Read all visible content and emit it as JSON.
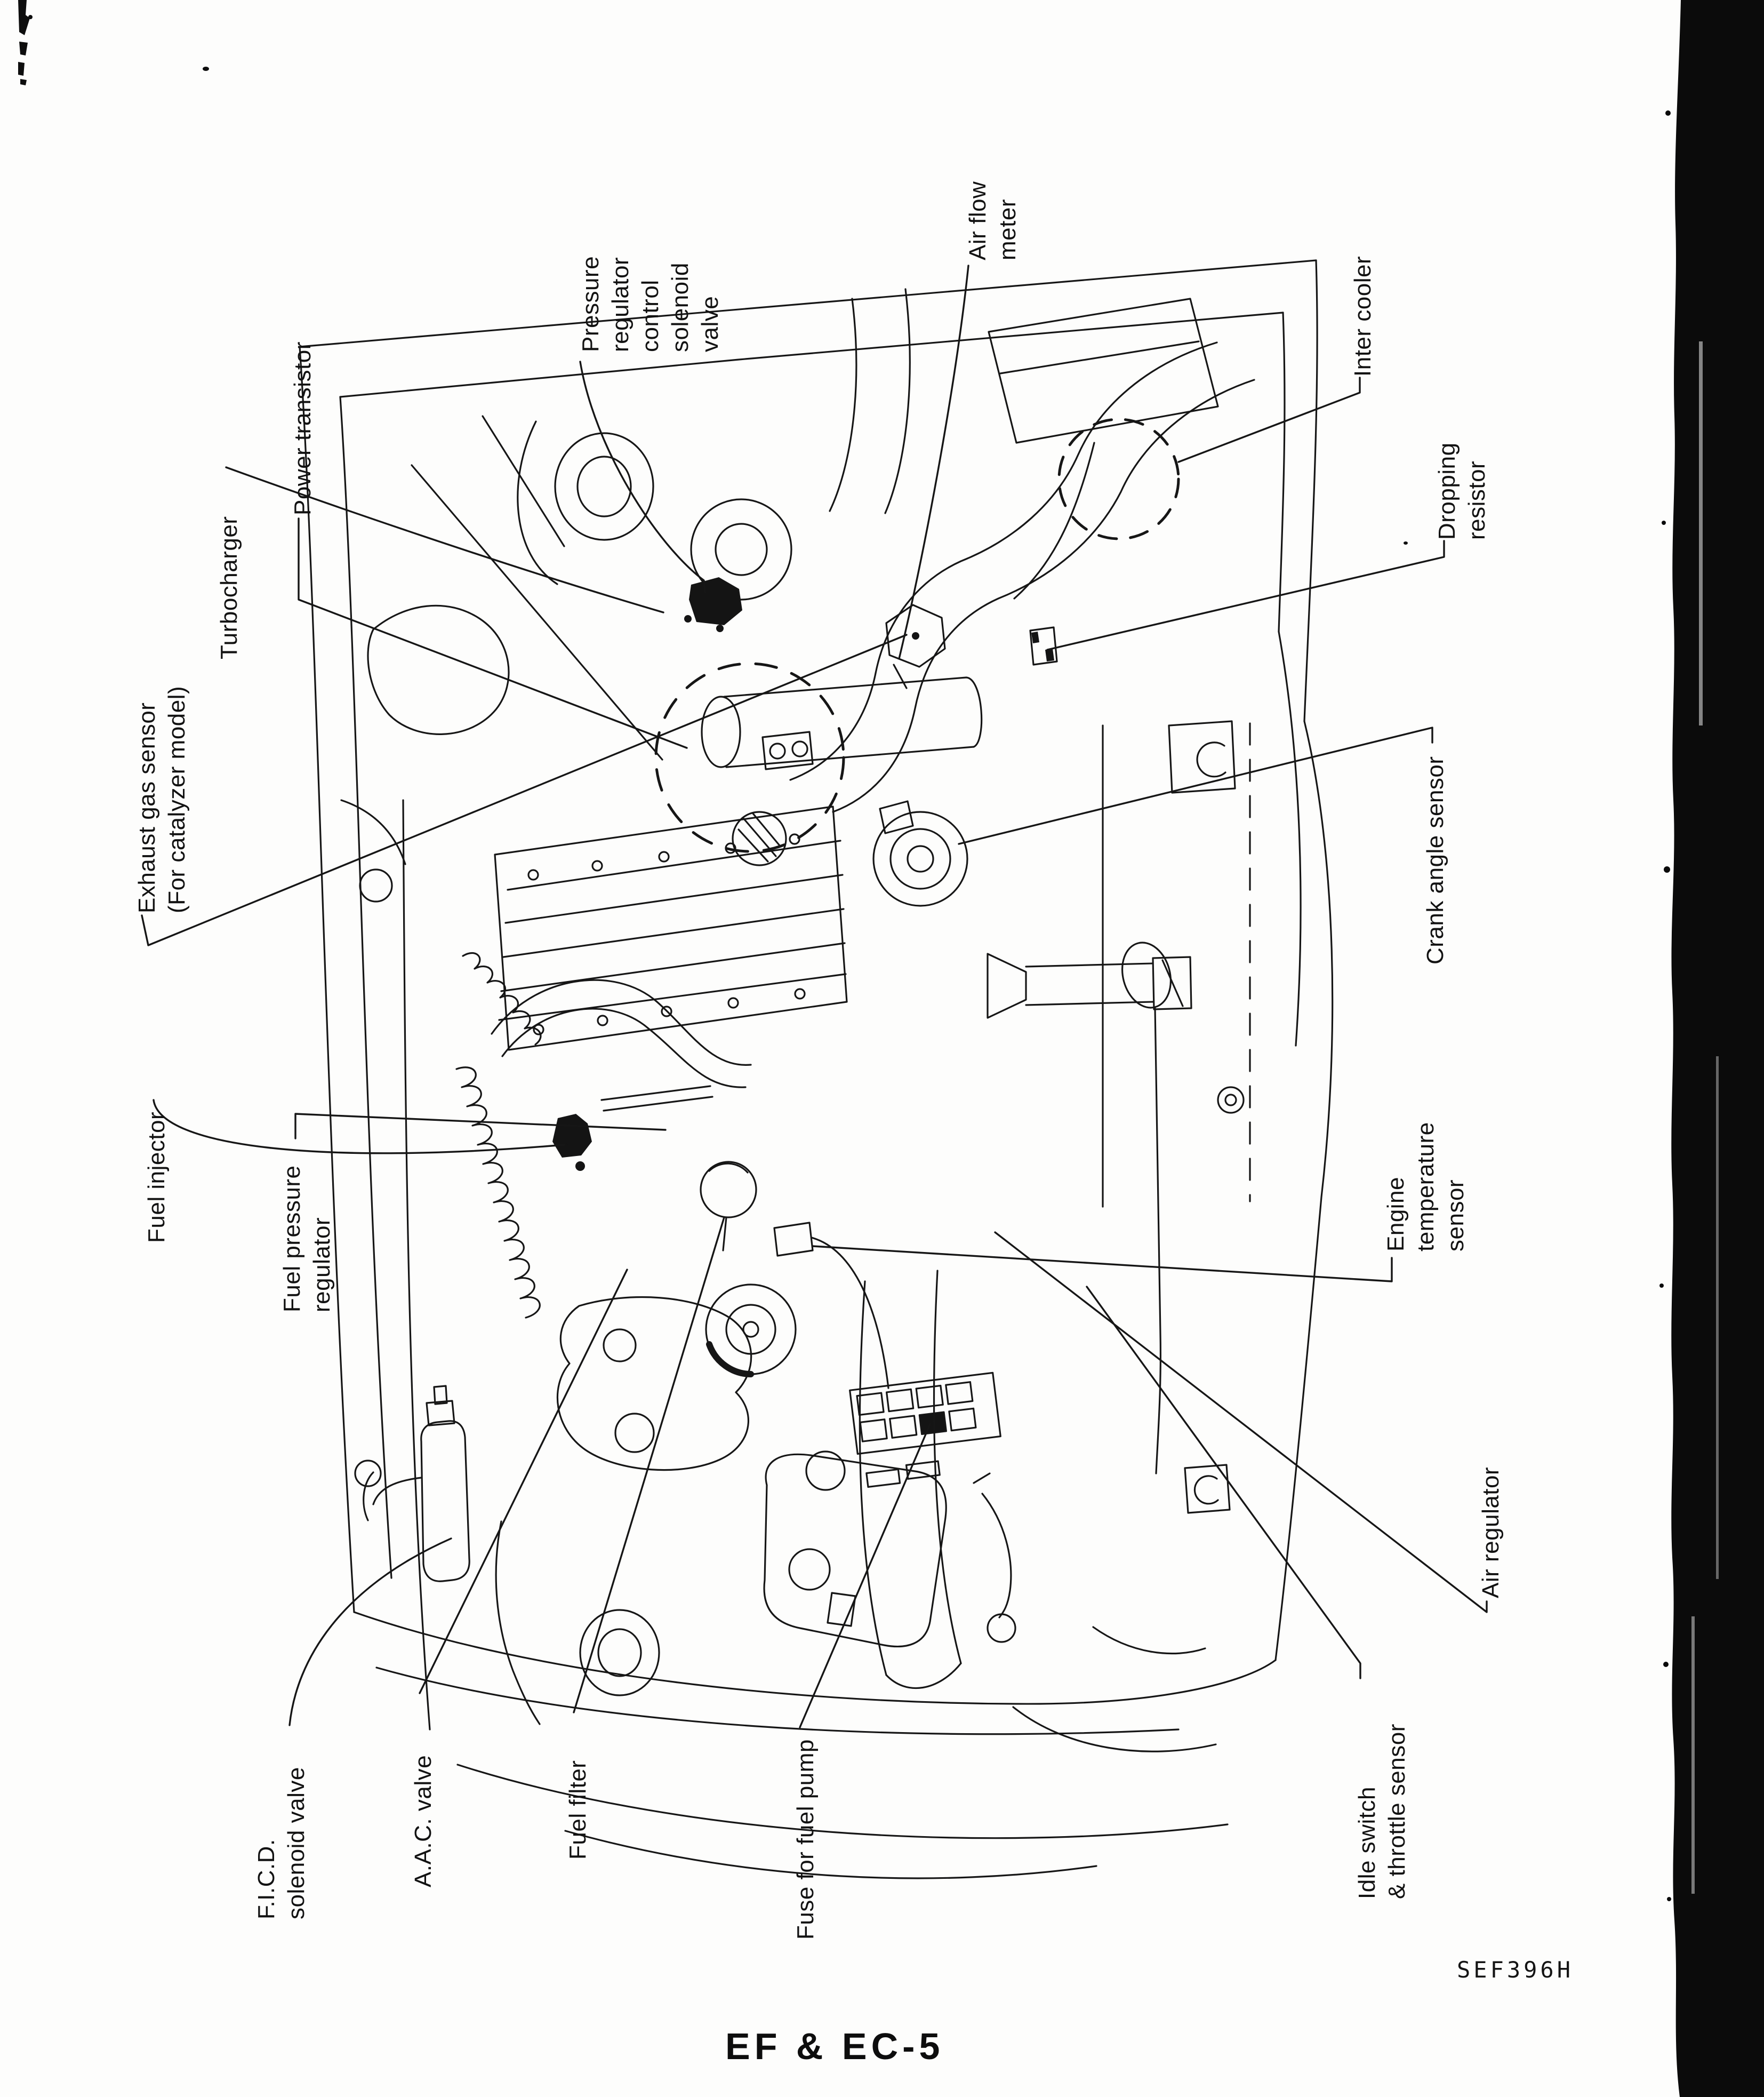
{
  "page": {
    "figure_code": "SEF396H",
    "footer_page_number": "EF & EC-5"
  },
  "diagram": {
    "description": "Engine compartment component location drawing",
    "labels": [
      {
        "id": "pressure-regulator-control-solenoid-valve",
        "text": "Pressure\nregulator\ncontrol\nsolenoid\nvalve"
      },
      {
        "id": "air-flow-meter",
        "text": "Air flow\nmeter"
      },
      {
        "id": "power-transistor",
        "text": "Power transistor"
      },
      {
        "id": "turbocharger",
        "text": "Turbocharger"
      },
      {
        "id": "inter-cooler",
        "text": "Inter cooler"
      },
      {
        "id": "dropping-resistor",
        "text": "Dropping resistor"
      },
      {
        "id": "exhaust-gas-sensor",
        "text": "Exhaust gas sensor\n(For catalyzer model)"
      },
      {
        "id": "crank-angle-sensor",
        "text": "Crank angle sensor"
      },
      {
        "id": "fuel-injector",
        "text": "Fuel injector"
      },
      {
        "id": "fuel-pressure-regulator",
        "text": "Fuel pressure\nregulator"
      },
      {
        "id": "engine-temperature-sensor",
        "text": "Engine\ntemperature\nsensor"
      },
      {
        "id": "air-regulator",
        "text": "Air regulator"
      },
      {
        "id": "idle-switch-throttle-sensor",
        "text": "Idle switch\n& throttle sensor"
      },
      {
        "id": "ficd-solenoid-valve",
        "text": "F.I.C.D.\nsolenoid valve"
      },
      {
        "id": "aac-valve",
        "text": "A.A.C. valve"
      },
      {
        "id": "fuel-filter",
        "text": "Fuel filter"
      },
      {
        "id": "fuse-for-fuel-pump",
        "text": "Fuse for fuel pump"
      }
    ]
  }
}
